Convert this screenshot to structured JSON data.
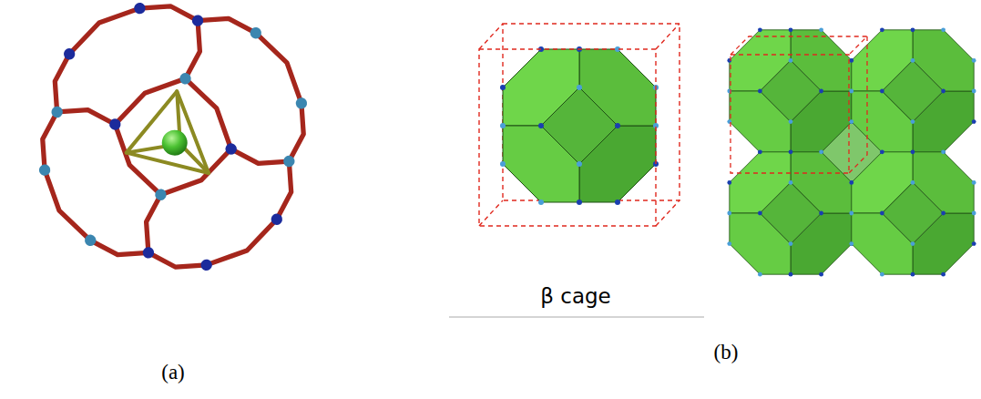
{
  "diagram": {
    "labels": [
      "(a)",
      "β cage",
      "(b)"
    ]
  }
}
